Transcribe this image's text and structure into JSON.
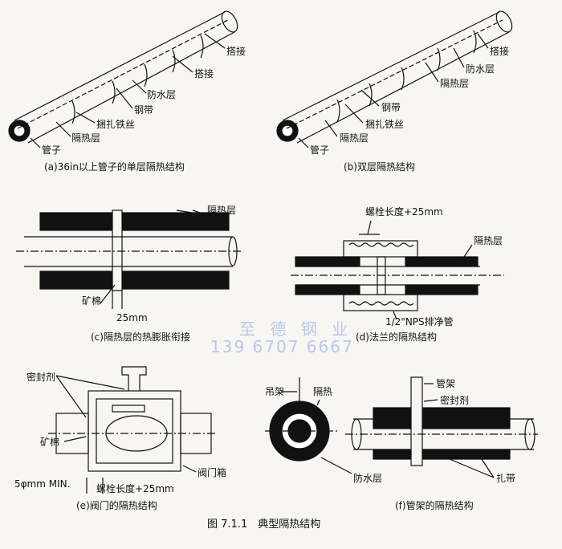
{
  "panel_a": {
    "labels": [
      "搭接",
      "搭接",
      "防水层",
      "钢带",
      "捆扎铁丝",
      "隔热层",
      "管子"
    ],
    "caption": "(a)36in以上管子的单层隔热结构"
  },
  "panel_b": {
    "labels": [
      "搭接",
      "防水层",
      "隔热层",
      "钢带",
      "捆扎铁丝",
      "隔热层",
      "管子"
    ],
    "caption": "(b)双层隔热结构"
  },
  "panel_c": {
    "labels": [
      "隔热层",
      "矿棉",
      "25mm"
    ],
    "caption": "(c)隔热层的热膨胀衔接"
  },
  "panel_d": {
    "labels": [
      "螺栓长度+25mm",
      "隔热层",
      "1/2\"NPS排净管"
    ],
    "caption": "(d)法兰的隔热结构"
  },
  "panel_e": {
    "labels": [
      "密封剂",
      "矿棉",
      "5φmm MIN.",
      "螺栓长度+25mm",
      "阀门箱"
    ],
    "caption": "(e)阀门的隔热结构"
  },
  "panel_f": {
    "labels": [
      "吊架",
      "隔热",
      "管架",
      "密封剂",
      "防水层",
      "扎带"
    ],
    "caption": "(f)管架的隔热结构"
  },
  "figure_caption": "图 7.1.1　典型隔热结构",
  "watermark": {
    "name": "至 德 钢 业",
    "phone": "139 6707 6667",
    "color": "#b9c8e6"
  }
}
